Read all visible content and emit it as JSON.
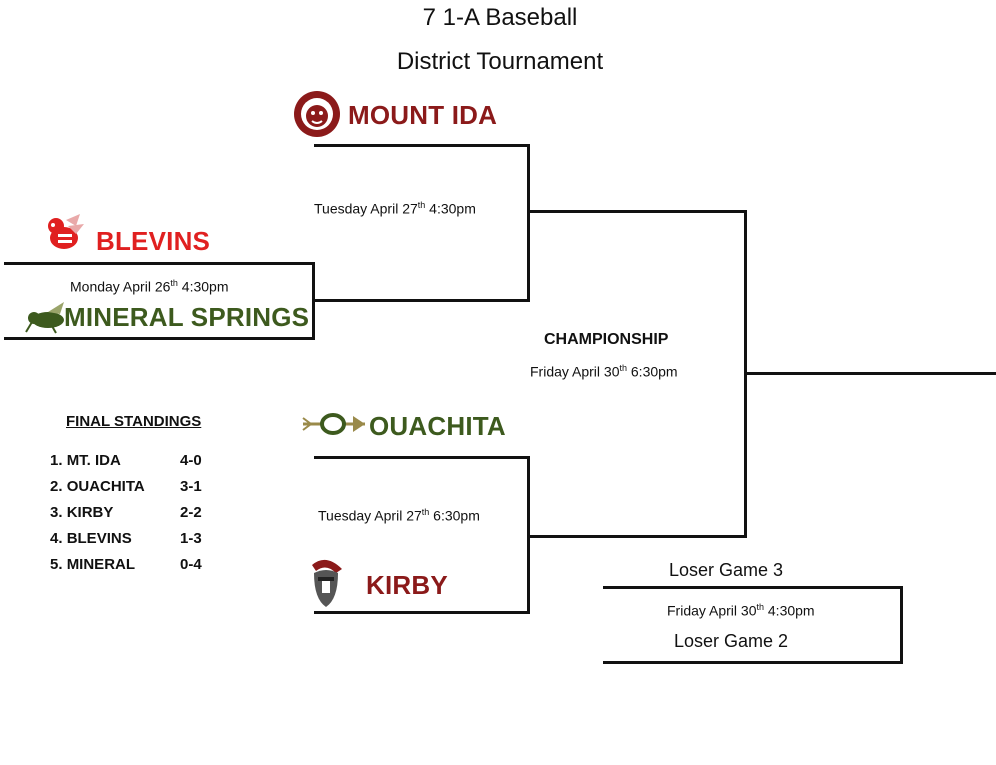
{
  "header": {
    "title_line1": "7 1-A Baseball",
    "title_line2": "District Tournament"
  },
  "teams": {
    "mount_ida": "MOUNT IDA",
    "blevins": "BLEVINS",
    "mineral_springs": "MINERAL SPRINGS",
    "ouachita": "OUACHITA",
    "kirby": "KIRBY"
  },
  "games": {
    "game1": {
      "day": "Monday April 26",
      "sup": "th",
      "time": " 4:30pm"
    },
    "game2": {
      "day": "Tuesday April 27",
      "sup": "th",
      "time": " 4:30pm"
    },
    "game3": {
      "day": "Tuesday April 27",
      "sup": "th",
      "time": " 6:30pm"
    },
    "championship": {
      "label": "CHAMPIONSHIP",
      "day": "Friday April 30",
      "sup": "th",
      "time": " 6:30pm"
    },
    "consolation": {
      "day": "Friday April 30",
      "sup": "th",
      "time": " 4:30pm",
      "top": "Loser Game 3",
      "bottom": "Loser Game 2"
    }
  },
  "standings": {
    "title": "FINAL STANDINGS",
    "rows": [
      {
        "pos": "1.",
        "team": "MT. IDA",
        "record": "4-0"
      },
      {
        "pos": "2.",
        "team": "OUACHITA",
        "record": "3-1"
      },
      {
        "pos": "3.",
        "team": "KIRBY",
        "record": "2-2"
      },
      {
        "pos": "4.",
        "team": "BLEVINS",
        "record": "1-3"
      },
      {
        "pos": "5.",
        "team": "MINERAL",
        "record": "0-4"
      }
    ]
  },
  "colors": {
    "mount_ida": "#8b1a1a",
    "blevins": "#e02020",
    "mineral_springs": "#3d5a1e",
    "ouachita": "#3d5a1e",
    "kirby": "#8b1a1a",
    "line": "#111111"
  },
  "icons": {
    "mount_ida": "lion-icon",
    "blevins": "hornet-icon",
    "mineral_springs": "hornet-icon",
    "ouachita": "arrow-o-icon",
    "kirby": "trojan-helmet-icon"
  }
}
